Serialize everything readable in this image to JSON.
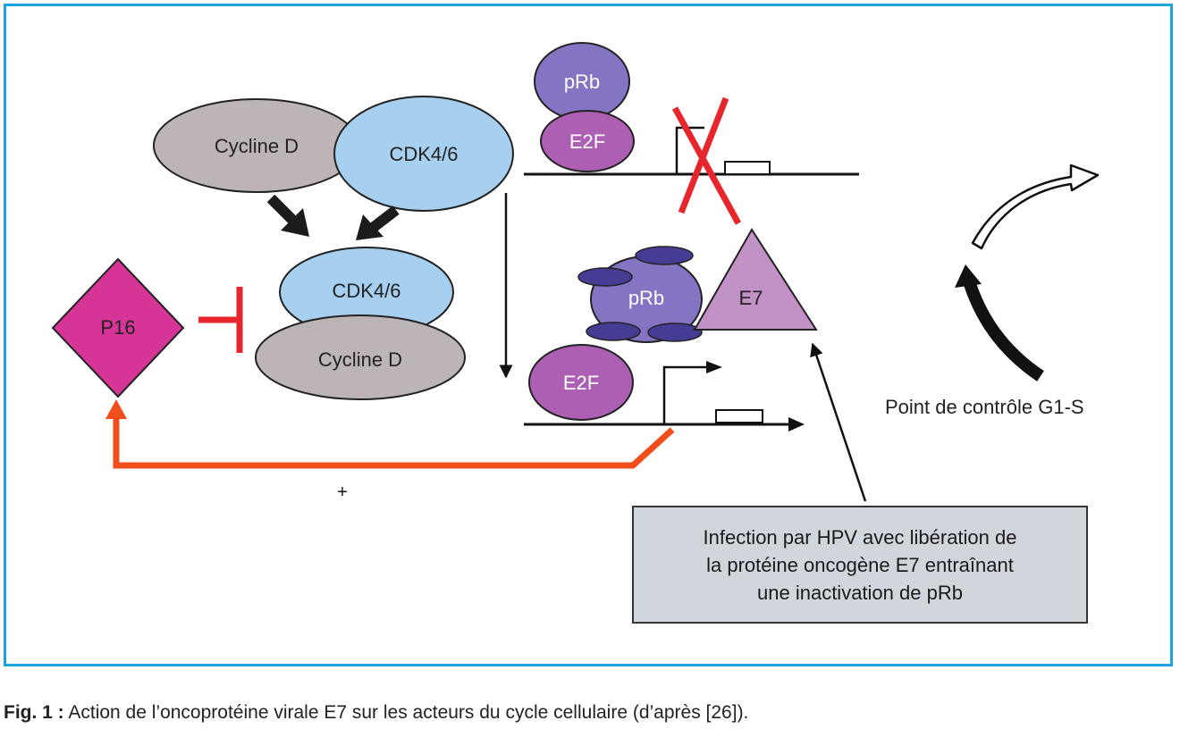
{
  "diagram": {
    "nodes": {
      "cycline_d_top": "Cycline D",
      "cdk46_top": "CDK4/6",
      "cdk46_complex": "CDK4/6",
      "cycline_d_complex": "Cycline D",
      "p16": "P16",
      "prb_top": "pRb",
      "e2f_top": "E2F",
      "prb_bottom": "pRb",
      "e7": "E7",
      "e2f_bottom": "E2F"
    },
    "plus_sign": "+",
    "checkpoint_label": "Point de contrôle G1-S",
    "info_box": {
      "line1": "Infection par HPV avec libération de",
      "line2": "la protéine oncogène E7 entraînant",
      "line3": "une inactivation de pRb"
    }
  },
  "caption": {
    "label": "Fig. 1 :",
    "text": " Action de l’oncoprotéine virale E7 sur les acteurs du cycle cellulaire (d’après [26])."
  },
  "colors": {
    "frame": "#1aa3dc",
    "cycline": "#bdb5b5",
    "cdk": "#a7cff0",
    "p16": "#d63497",
    "prb": "#8474c3",
    "e2f": "#ad5fb4",
    "e7": "#c291c6",
    "inhibit": "#e6262c",
    "feedback": "#f24e1c",
    "info_box": "#d1d6dc"
  }
}
